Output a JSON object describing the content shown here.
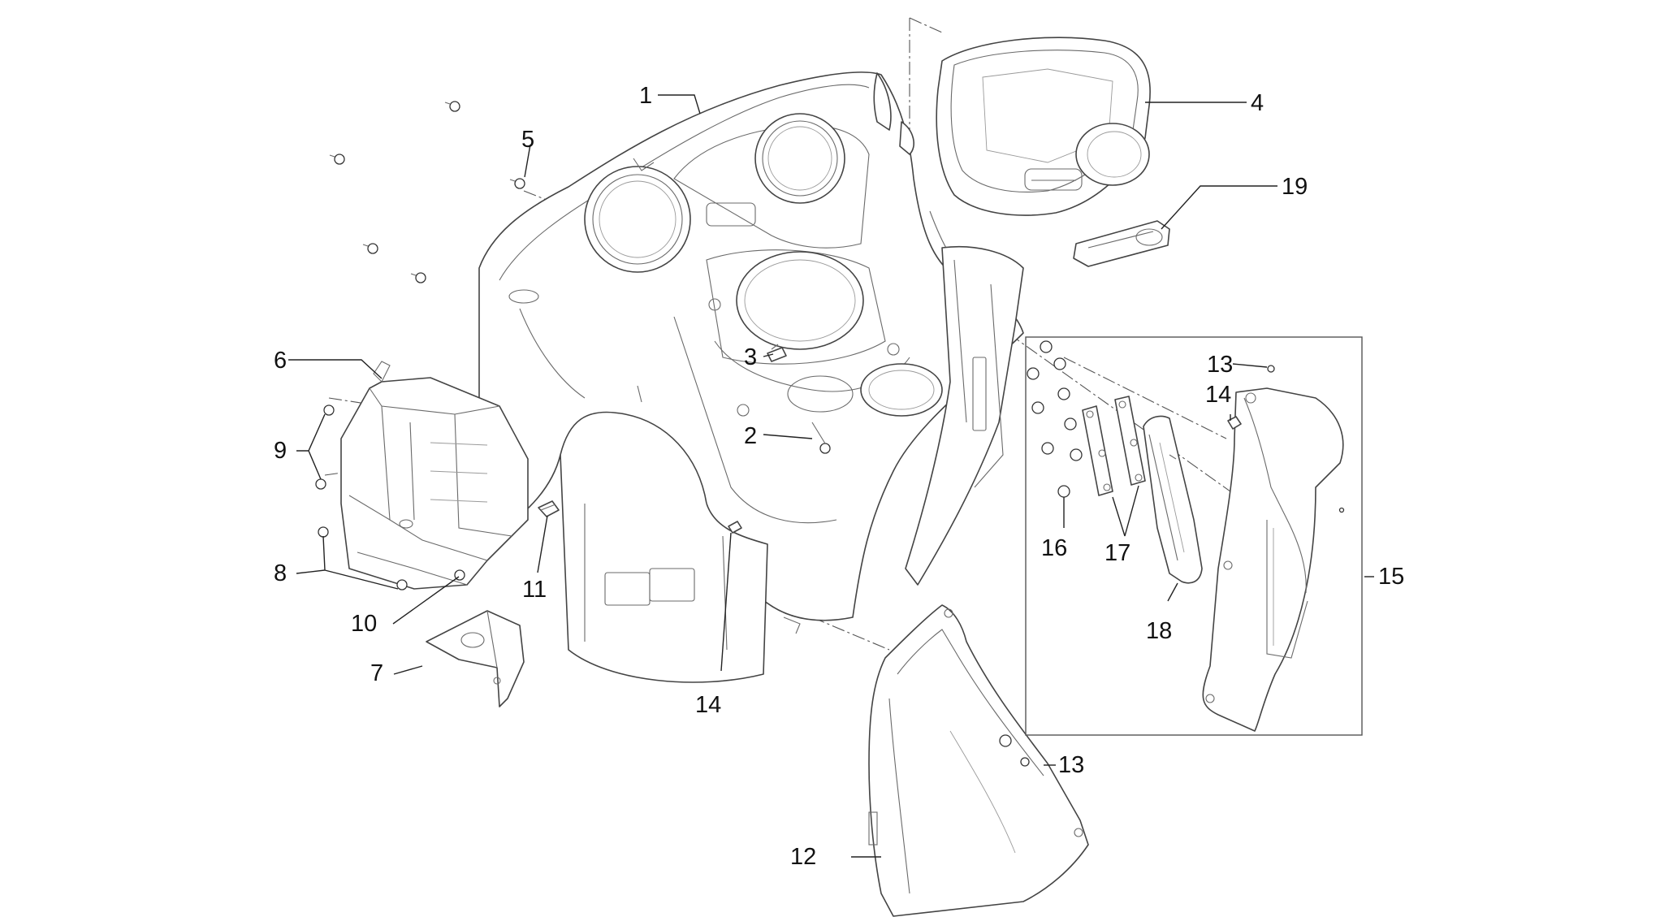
{
  "callouts": {
    "c1": "1",
    "c2": "2",
    "c3": "3",
    "c4": "4",
    "c5": "5",
    "c6": "6",
    "c7": "7",
    "c8": "8",
    "c9": "9",
    "c10": "10",
    "c11": "11",
    "c12": "12",
    "c13a": "13",
    "c13b": "13",
    "c14a": "14",
    "c14b": "14",
    "c15": "15",
    "c16": "16",
    "c17": "17",
    "c18": "18",
    "c19": "19"
  },
  "colors": {
    "line": "#444444",
    "text": "#111111",
    "background": "#ffffff"
  }
}
